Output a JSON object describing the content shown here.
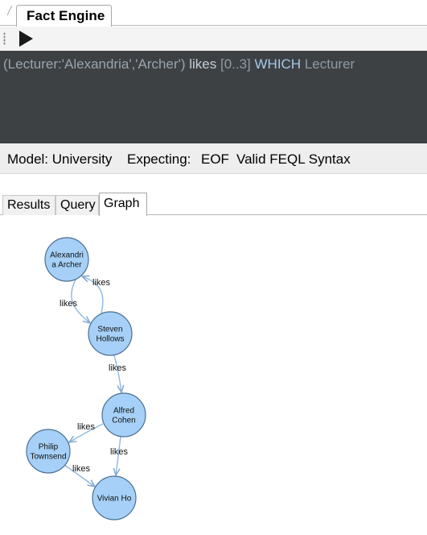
{
  "document_tab": {
    "title": "Fact Engine"
  },
  "toolbar": {
    "run_icon": "play-icon"
  },
  "editor": {
    "query_parts": [
      "(Lecturer:'Alexandria','Archer')",
      " likes",
      " [0..3]",
      " WHICH",
      " Lecturer"
    ]
  },
  "status": {
    "model": "Model: University",
    "expecting_label": "Expecting:",
    "expecting_value": "EOF",
    "syntax": "Valid FEQL Syntax"
  },
  "result_tabs": [
    "Results",
    "Query",
    "Graph"
  ],
  "active_tab": "Graph",
  "graph": {
    "nodes": [
      {
        "id": "alexandria",
        "lines": [
          "Alexandri",
          "a Archer"
        ]
      },
      {
        "id": "steven",
        "lines": [
          "Steven",
          "Hollows"
        ]
      },
      {
        "id": "alfred",
        "lines": [
          "Alfred",
          "Cohen"
        ]
      },
      {
        "id": "philip",
        "lines": [
          "Philip",
          "Townsend"
        ]
      },
      {
        "id": "vivian",
        "lines": [
          "Vivian Ho"
        ]
      }
    ],
    "edges": [
      {
        "from": "steven",
        "to": "alexandria",
        "label": "likes"
      },
      {
        "from": "alexandria",
        "to": "steven",
        "label": "likes"
      },
      {
        "from": "steven",
        "to": "alfred",
        "label": "likes"
      },
      {
        "from": "alfred",
        "to": "philip",
        "label": "likes"
      },
      {
        "from": "alfred",
        "to": "vivian",
        "label": "likes"
      },
      {
        "from": "philip",
        "to": "vivian",
        "label": "likes"
      }
    ],
    "colors": {
      "node_fill": "#a6d0f7",
      "node_stroke": "#4a6f93",
      "edge": "#8fb8de"
    }
  },
  "colors": {
    "editor_bg": "#3d4144",
    "keyword": "#a9c8ea"
  }
}
